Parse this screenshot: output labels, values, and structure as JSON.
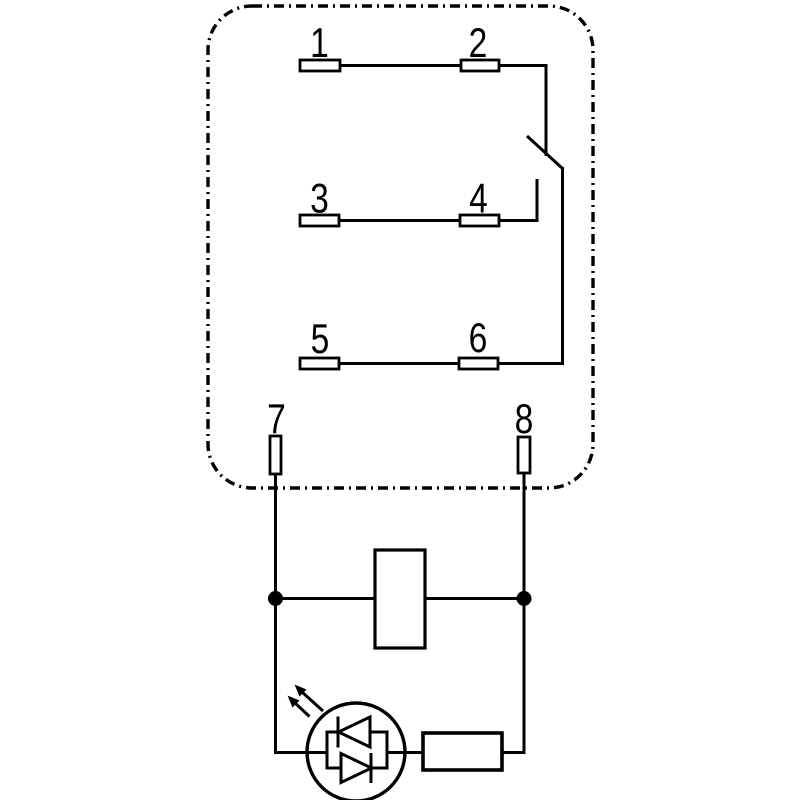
{
  "colors": {
    "line": "#000000",
    "background": "#ffffff",
    "component_fill": "#ffffff"
  },
  "diagram": {
    "type": "relay-contact-and-coil-wiring-diagram",
    "pins": [
      "1",
      "2",
      "3",
      "4",
      "5",
      "6",
      "7",
      "8"
    ],
    "icons": {
      "relay_outline": "dash-dot-rounded-rectangle",
      "switch_contact": "diagonal-blade-line",
      "coil": "vertical-white-rectangle",
      "indicator_led": "circle-with-two-antiparallel-diodes",
      "led_emission": "two-diagonal-arrows-pointing-up-left",
      "resistor": "horizontal-white-rectangle",
      "junction": "filled-black-dot"
    }
  }
}
